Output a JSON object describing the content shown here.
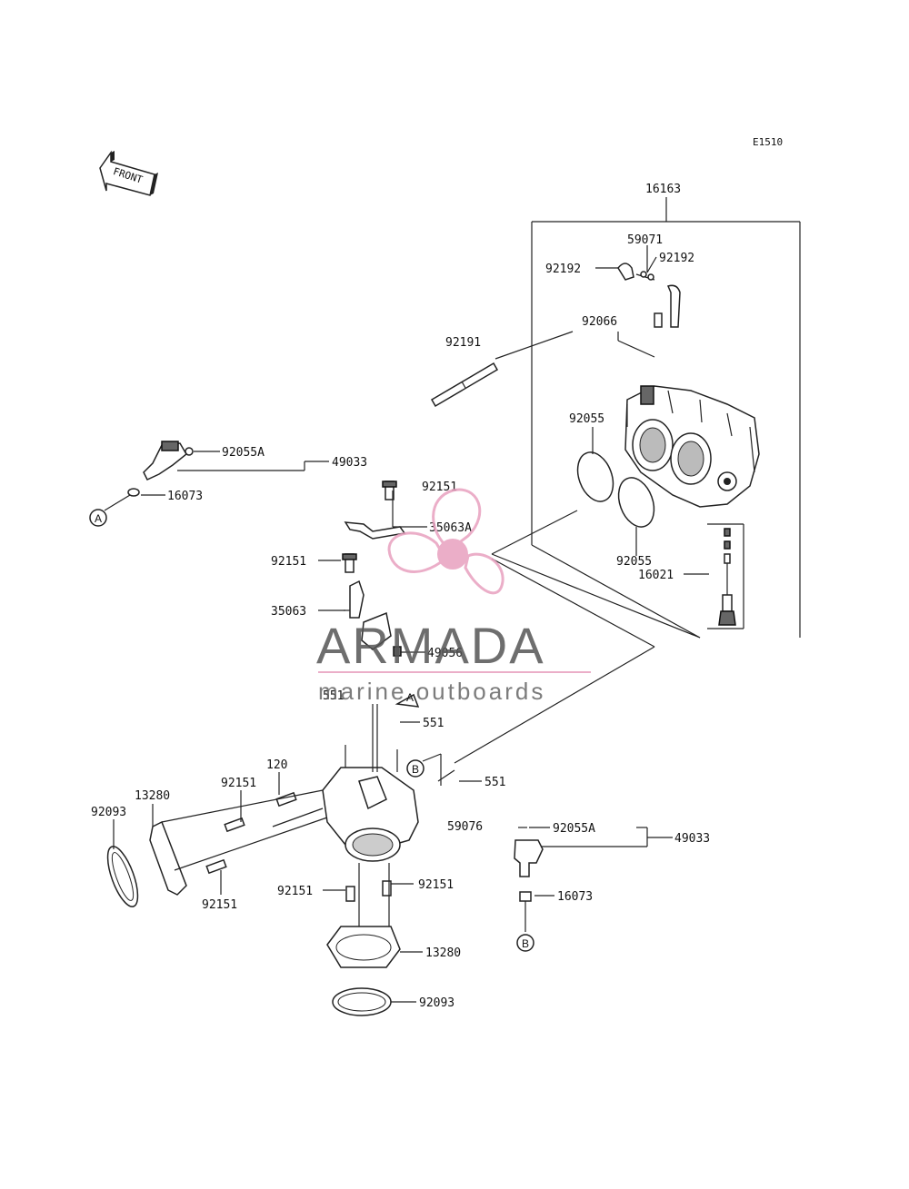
{
  "diagram": {
    "code": "E1510",
    "front_text": "FRONT",
    "callouts": {
      "c16163": "16163",
      "c59071": "59071",
      "c92192_left": "92192",
      "c92192_right": "92192",
      "c92191": "92191",
      "c92066": "92066",
      "c92055_top": "92055",
      "c92055_bottom": "92055",
      "c16021": "16021",
      "c92055A_top": "92055A",
      "c49033_top": "49033",
      "c16073_top": "16073",
      "c92151_a": "92151",
      "c35063A": "35063A",
      "c92151_b": "92151",
      "c35063": "35063",
      "c49056": "49056",
      "c551_a": "551",
      "c551_b": "551",
      "c551_c": "551",
      "c120": "120",
      "c92151_c": "92151",
      "c13280_left": "13280",
      "c92093_left": "92093",
      "c59076": "59076",
      "c92151_d": "92151",
      "c92151_e": "92151",
      "c92151_f": "92151",
      "c13280_bottom": "13280",
      "c92093_bottom": "92093",
      "c92055A_bottom": "92055A",
      "c49033_bottom": "49033",
      "c16073_bottom": "16073"
    },
    "ref_markers": {
      "a1": "A",
      "a2": "A",
      "b1": "B",
      "b2": "B"
    }
  },
  "watermark": {
    "brand": "ARMADA",
    "tagline": "marine outboards",
    "accent_color": "#e8a0bf"
  }
}
